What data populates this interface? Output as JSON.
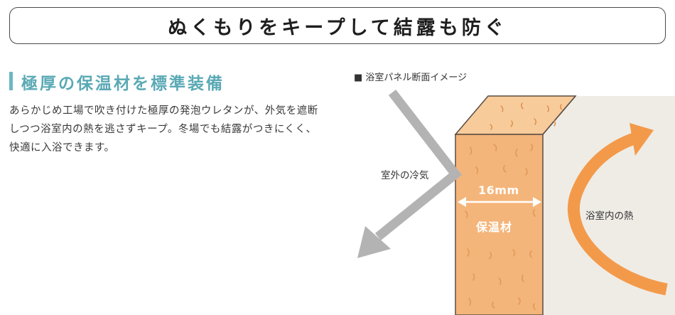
{
  "headline": "ぬくもりをキープして結露も防ぐ",
  "section": {
    "title": "極厚の保温材を標準装備",
    "body_line1": "あらかじめ工場で吹き付けた極厚の発泡ウレタンが、外気を遮断",
    "body_line2": "しつつ浴室内の熱を逃さずキープ。冬場でも結露がつきにくく、",
    "body_line3": "快適に入浴できます。"
  },
  "diagram": {
    "caption": "■ 浴室パネル断面イメージ",
    "cold_label": "室外の冷気",
    "heat_label": "浴室内の熱",
    "thickness_label": "16mm",
    "insulation_label": "保温材"
  },
  "colors": {
    "accent_teal": "#5aa9b5",
    "foam_front": "#f4b57a",
    "foam_top": "#f8cb9a",
    "heat_arrow": "#f39a4a",
    "cold_arrow": "#b3b3b3",
    "room_bg": "#efece6"
  }
}
